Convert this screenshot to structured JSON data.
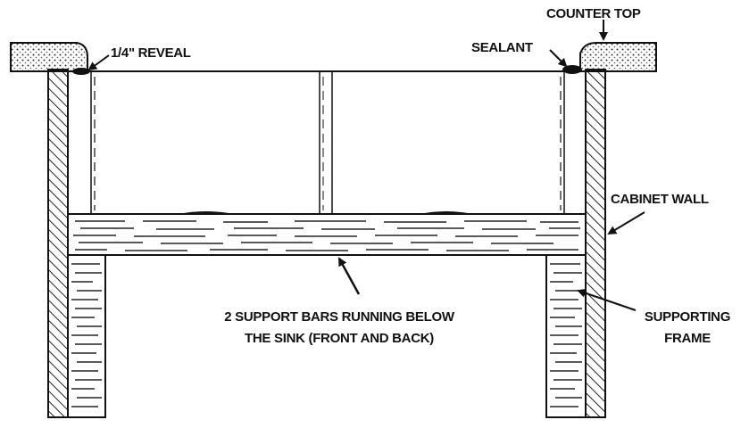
{
  "labels": {
    "counter_top": "COUNTER TOP",
    "sealant": "SEALANT",
    "reveal": "1/4\" REVEAL",
    "cabinet_wall": "CABINET WALL",
    "support_bars_line1": "2 SUPPORT BARS RUNNING BELOW",
    "support_bars_line2": "THE SINK (FRONT AND BACK)",
    "supporting_frame_line1": "SUPPORTING",
    "supporting_frame_line2": "FRAME"
  }
}
